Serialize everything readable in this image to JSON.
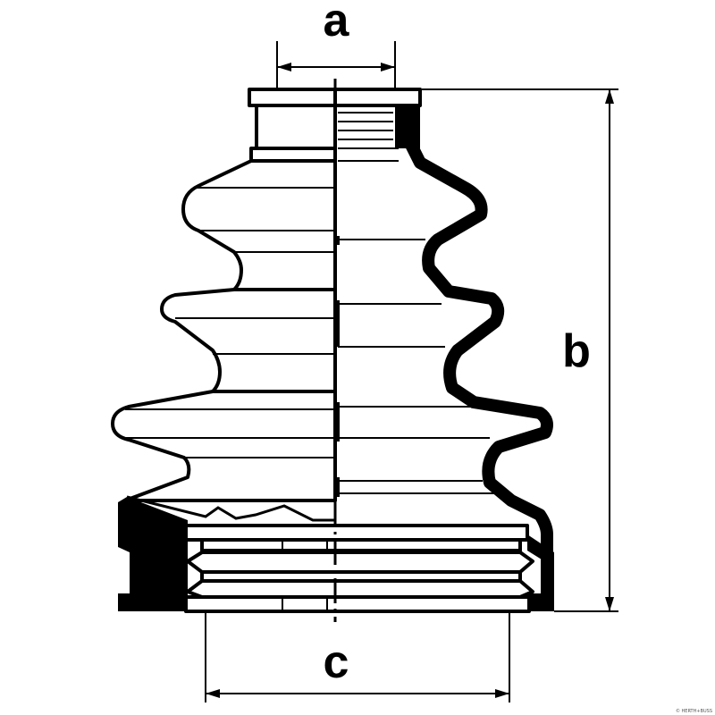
{
  "labels": {
    "a": "a",
    "b": "b",
    "c": "c"
  },
  "watermark": "© HERTH+BUSS",
  "colors": {
    "ink": "#000000",
    "paper": "#ffffff"
  }
}
